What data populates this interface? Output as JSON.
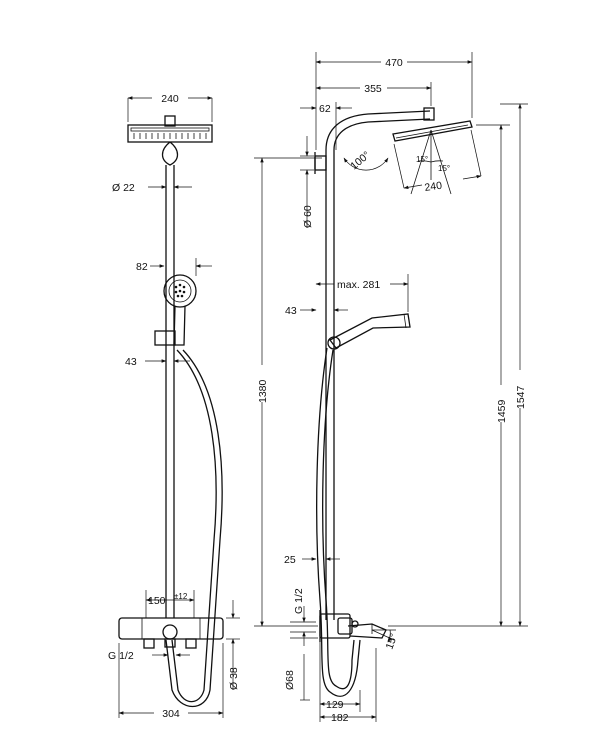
{
  "front_view": {
    "width_top": "240",
    "pipe_diameter": "Ø 22",
    "hand_shower_dia": "82",
    "holder_width": "43",
    "connection_spacing": "150",
    "spacing_tolerance": "±12",
    "inlet_thread": "G 1/2",
    "mixer_height": "Ø 38",
    "mixer_width": "304"
  },
  "side_view": {
    "overall_depth": "470",
    "arm_length": "355",
    "wall_offset": "62",
    "arm_angle": "100°",
    "tilt_left": "15°",
    "tilt_right": "15°",
    "head_width": "240",
    "wall_mount_dia": "Ø 60",
    "max_reach": "max. 281",
    "holder_depth": "43",
    "height_upper": "1380",
    "height_total": "1459",
    "height_max": "1547",
    "lower_offset": "25",
    "inlet_thread": "G 1/2",
    "eccentric_dia": "Ø68",
    "spout_angle": "15°",
    "spout_depth": "129",
    "spout_total": "182"
  }
}
